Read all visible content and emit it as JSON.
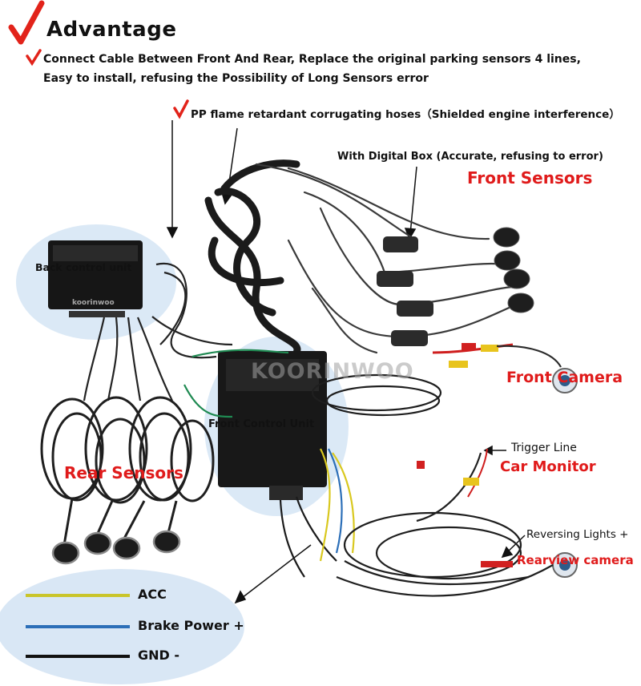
{
  "heading": {
    "title": "Advantage",
    "line1": "Connect Cable Between Front And  Rear,   Replace the original parking sensors 4 lines,",
    "line2": "Easy to install, refusing the Possibility of Long Sensors error"
  },
  "labels": {
    "hoses": "PP flame retardant corrugating hoses（Shielded engine interference）",
    "digital_box": "With Digital Box (Accurate, refusing to error)",
    "front_sensors": "Front Sensors",
    "back_control_unit": "Back control unit",
    "front_camera": "Front Camera",
    "front_control_unit": "Front Control Unit",
    "trigger_line": "Trigger Line",
    "car_monitor": "Car Monitor",
    "rear_sensors": "Rear Sensors",
    "reversing_lights": "Reversing Lights +",
    "rearview_camera": "Rearview camera",
    "watermark": "KOORINWOO",
    "box_brand": "koorinwoo"
  },
  "legend": {
    "acc": "ACC",
    "brake": "Brake Power +",
    "gnd": "GND -"
  },
  "colors": {
    "highlight_red": "#e01b1b",
    "check_red": "#e2231a",
    "halo_blue": "#c9def2",
    "acc_wire": "#c9c52a",
    "brake_wire": "#2c6fb8",
    "gnd_wire": "#111111"
  }
}
